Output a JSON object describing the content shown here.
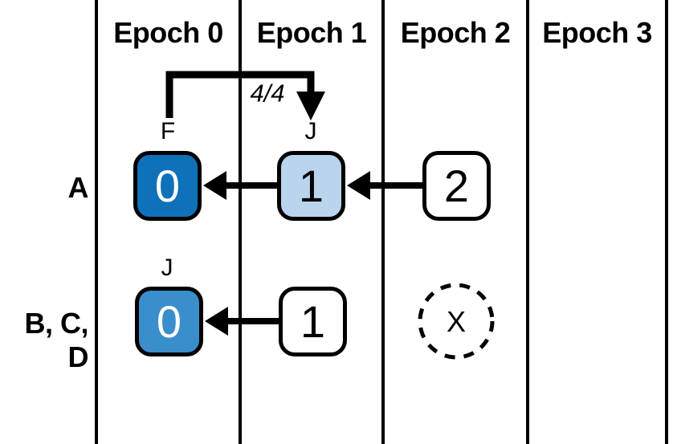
{
  "epochs": [
    {
      "label": "Epoch 0"
    },
    {
      "label": "Epoch 1"
    },
    {
      "label": "Epoch 2"
    },
    {
      "label": "Epoch 3"
    }
  ],
  "rows": [
    {
      "label": "A"
    },
    {
      "label": "B, C, D"
    }
  ],
  "nodes": [
    {
      "value": "0",
      "tag": "F",
      "fill": "#0f72b9",
      "text_color": "#ffffff"
    },
    {
      "value": "1",
      "tag": "J",
      "fill": "#b9d4ec",
      "text_color": "#000000"
    },
    {
      "value": "2",
      "fill": "#ffffff",
      "text_color": "#000000"
    },
    {
      "value": "0",
      "tag": "J",
      "fill": "#3a8ecb",
      "text_color": "#ffffff"
    },
    {
      "value": "1",
      "fill": "#ffffff",
      "text_color": "#000000"
    }
  ],
  "placeholder": {
    "value": "X"
  },
  "annotation": {
    "transfer_count": "4/4"
  },
  "colors": {
    "background": "#ffffff",
    "line": "#000000",
    "node_row_a_epoch0": "#0f72b9",
    "node_row_a_epoch1": "#b9d4ec",
    "node_row_bcd_epoch0": "#3a8ecb",
    "node_unfilled": "#ffffff"
  }
}
